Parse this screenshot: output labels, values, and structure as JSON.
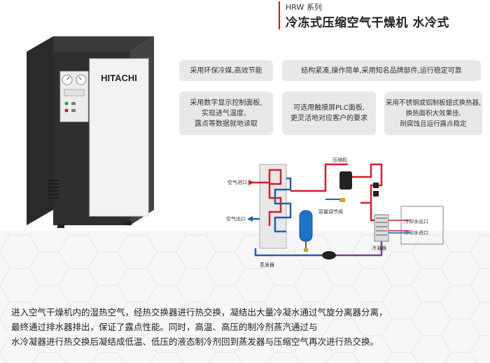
{
  "header": {
    "series": "HRW 系列",
    "title": "冷冻式压缩空气干燥机 水冷式"
  },
  "machine": {
    "brand": "HITACHI"
  },
  "features": [
    {
      "lines": [
        "采用环保冷媒,高效节能"
      ]
    },
    {
      "lines": [
        "结构紧凑,操作简单,采用知名品牌部件,运行稳定可靠"
      ]
    },
    {
      "lines": [
        "采用数字显示控制面板,",
        "实现进气温度、",
        "露点等数据就地读取"
      ]
    },
    {
      "lines": [
        "可选用触摸屏PLC面板,",
        "更灵活地对应客户的要求"
      ]
    },
    {
      "lines": [
        "采用不锈钢或铝制板翅式换热器,",
        "换热面积大效果佳,",
        "耐腐蚀且运行露点稳定"
      ]
    }
  ],
  "diagram": {
    "labels": {
      "air_in": "空气进口",
      "air_out": "空气出口",
      "compressor": "压缩机",
      "capacity_valve": "容量调节阀",
      "evaporator": "蒸发器",
      "condenser": "冷凝器",
      "water_out": "冷却水出口",
      "water_in": "冷却水进口"
    }
  },
  "description": {
    "lines": [
      "进入空气干燥机内的湿热空气，经热交换器进行热交换，凝结出大量冷凝水通过气旋分离器分离，",
      "最终通过排水器排出，保证了露点性能。同时，高温、高压的制冷剂蒸汽通过与",
      "水冷凝器进行热交换后凝结成低温、低压的液态制冷剂回到蒸发器与压缩空气再次进行热交换。"
    ]
  },
  "colors": {
    "accent": "#c8161d",
    "feature_bg": "#e8e8e8",
    "pipe_red": "#d42027",
    "pipe_blue": "#1f5fb8",
    "pipe_purple": "#7b3fa0"
  }
}
